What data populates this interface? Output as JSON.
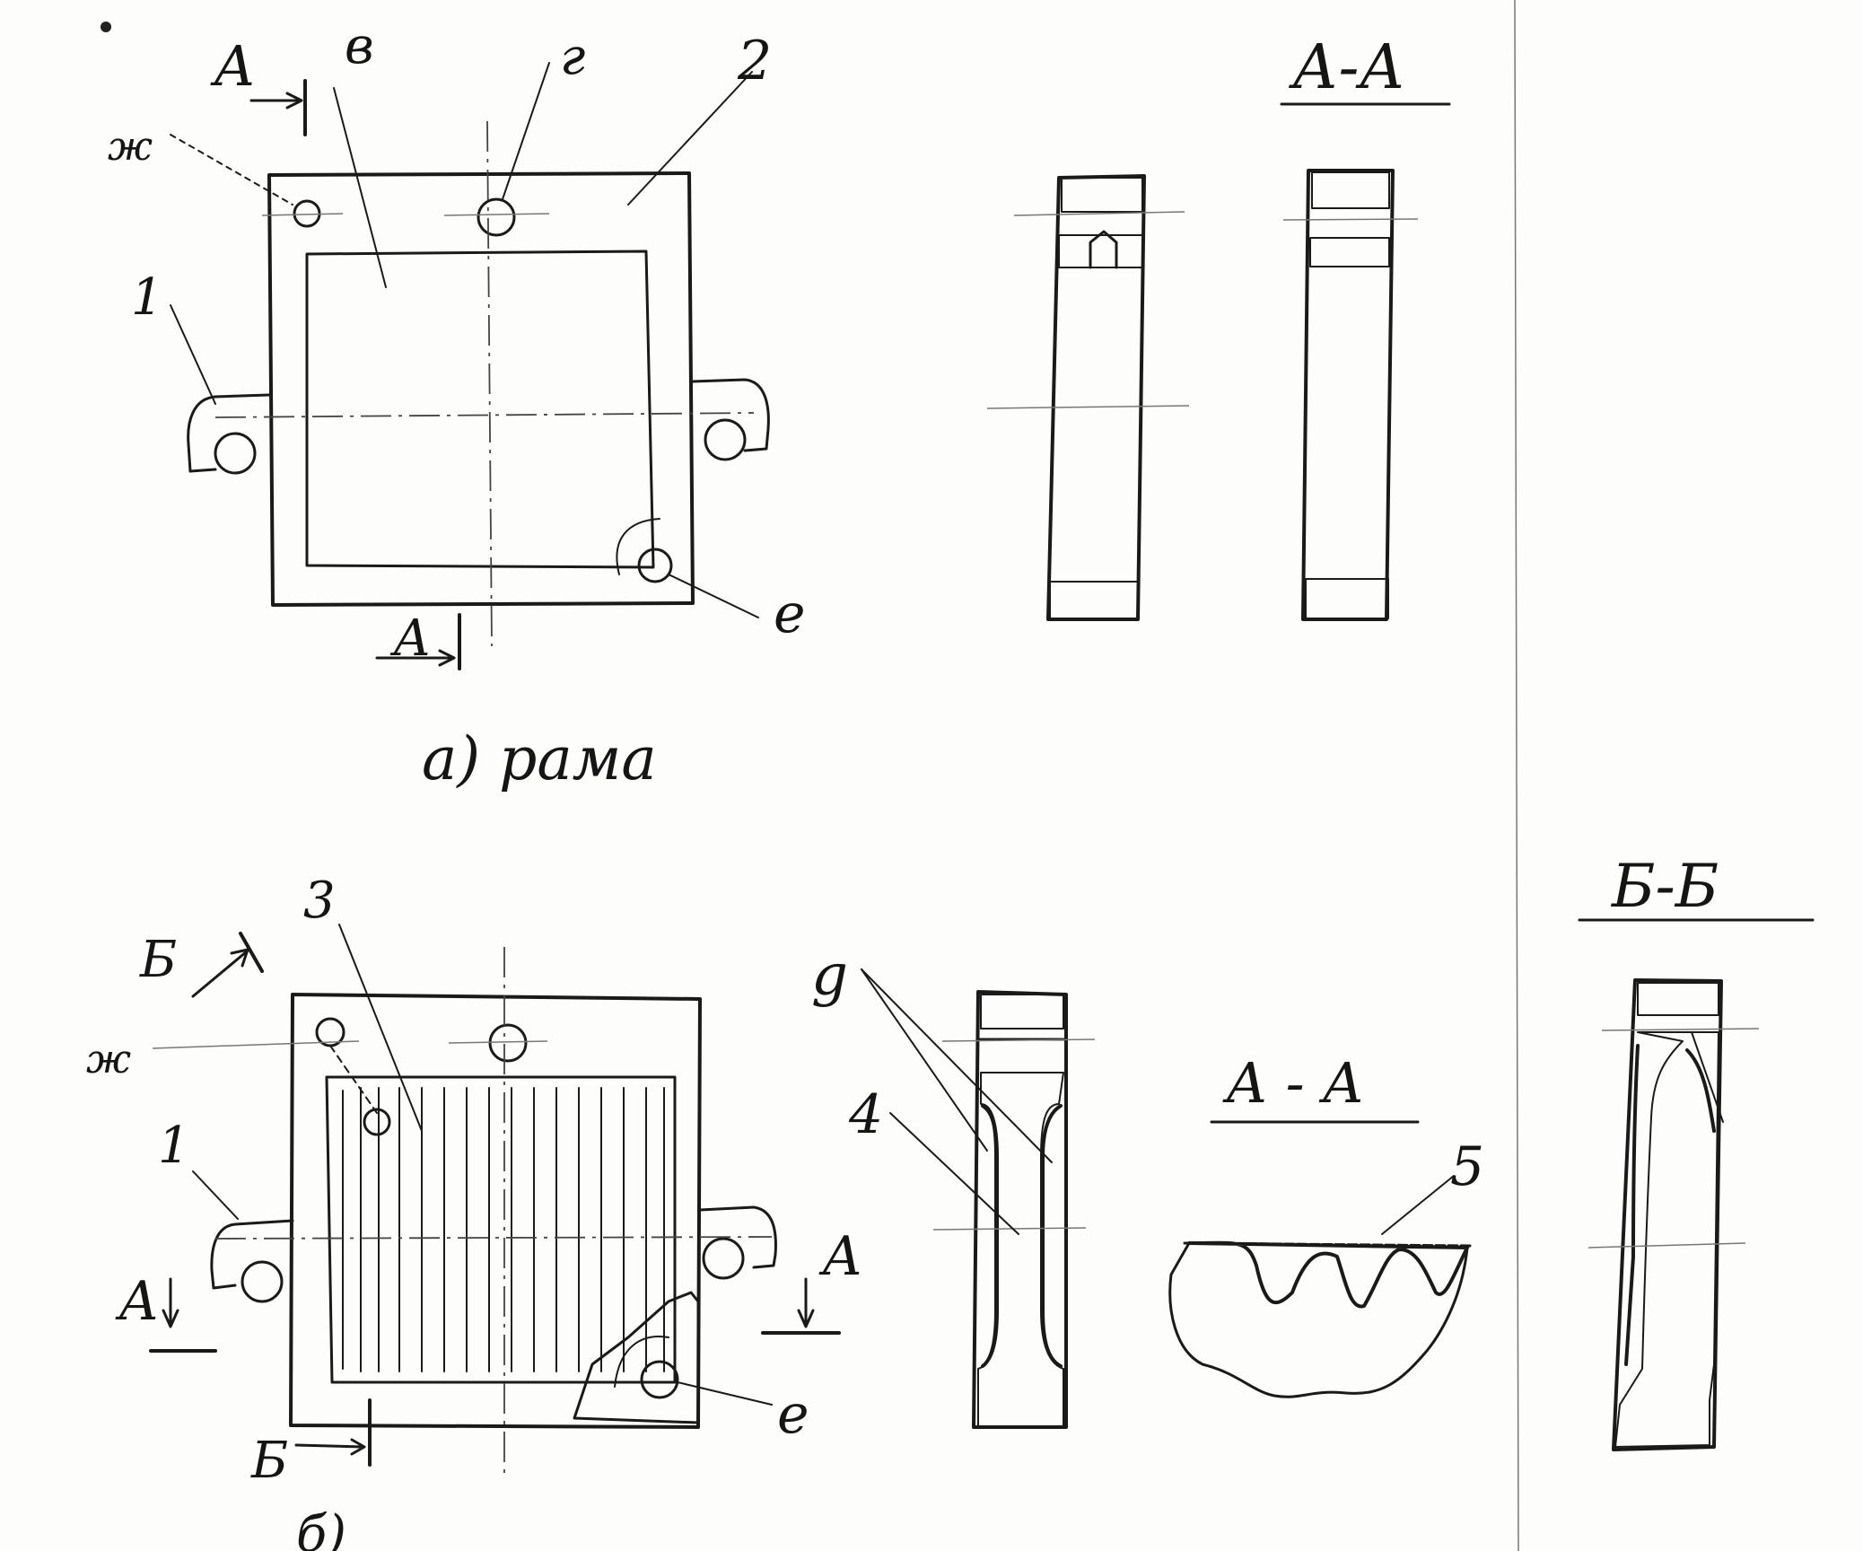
{
  "labels": {
    "section_a": "А",
    "section_b": "Б",
    "callout_v": "в",
    "callout_g": "г",
    "callout_2": "2",
    "callout_zh": "ж",
    "callout_1": "1",
    "callout_e": "е",
    "callout_3": "3",
    "callout_g2": "g",
    "callout_4": "4",
    "callout_5": "5",
    "view_aa_1": "А-А",
    "view_aa_2": "А - А",
    "view_bb": "Б-Б",
    "caption_a": "а) рама",
    "caption_b": "б)"
  }
}
